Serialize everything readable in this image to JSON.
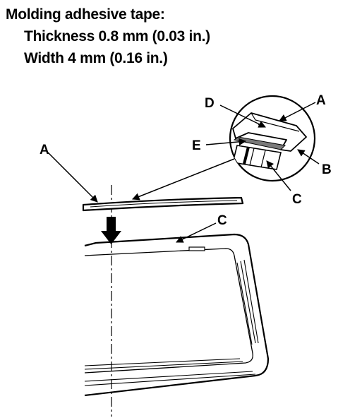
{
  "heading": "Molding adhesive tape:",
  "specs": {
    "thickness": "Thickness 0.8 mm (0.03 in.)",
    "width": "Width 4 mm (0.16 in.)"
  },
  "callouts": {
    "a_left": "A",
    "a_detail": "A",
    "b": "B",
    "c_window": "C",
    "c_detail": "C",
    "d": "D",
    "e": "E"
  },
  "colors": {
    "ink": "#000000",
    "paper": "#ffffff",
    "tape_fill": "#7a7a7a"
  }
}
